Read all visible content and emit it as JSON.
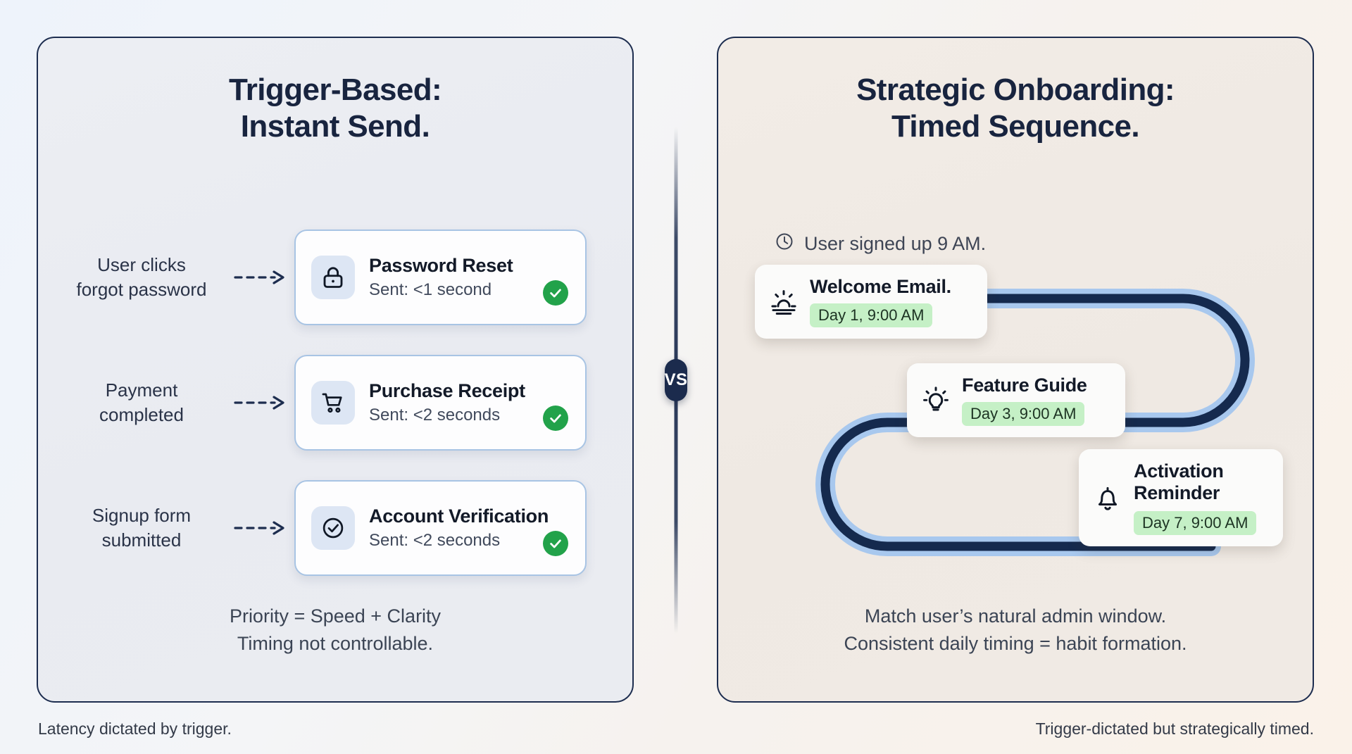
{
  "left_panel": {
    "title_line1": "Trigger-Based:",
    "title_line2": "Instant Send.",
    "triggers": [
      {
        "label_line1": "User clicks",
        "label_line2": "forgot password",
        "icon": "lock-icon",
        "card_title": "Password Reset",
        "card_sub": "Sent: <1 second",
        "status": "sent-check"
      },
      {
        "label_line1": "Payment",
        "label_line2": "completed",
        "icon": "shopping-cart-icon",
        "card_title": "Purchase Receipt",
        "card_sub": "Sent: <2 seconds",
        "status": "sent-check"
      },
      {
        "label_line1": "Signup form",
        "label_line2": "submitted",
        "icon": "check-circle-icon",
        "card_title": "Account Verification",
        "card_sub": "Sent: <2 seconds",
        "status": "sent-check"
      }
    ],
    "note_line1": "Priority = Speed + Clarity",
    "note_line2": "Timing not controllable."
  },
  "divider": {
    "badge_label": "VS"
  },
  "right_panel": {
    "title_line1": "Strategic Onboarding:",
    "title_line2": "Timed Sequence.",
    "signup_icon": "clock-icon",
    "signup_note": "User signed up 9 AM.",
    "sequence": [
      {
        "icon": "sunrise-icon",
        "title": "Welcome Email.",
        "badge": "Day 1, 9:00 AM"
      },
      {
        "icon": "lightbulb-icon",
        "title": "Feature Guide",
        "badge": "Day 3, 9:00 AM"
      },
      {
        "icon": "bell-icon",
        "title_line1": "Activation",
        "title_line2": "Reminder",
        "badge": "Day 7, 9:00 AM"
      }
    ],
    "note_line1": "Match user’s natural admin window.",
    "note_line2": "Consistent daily timing = habit formation."
  },
  "captions": {
    "left": "Latency dictated by trigger.",
    "right": "Trigger-dictated but strategically timed."
  },
  "colors": {
    "navy": "#1b2b4d",
    "card_border_blue": "#a8c4e4",
    "path_dark": "#152a4e",
    "path_glow": "#a8c8ee",
    "badge_green_bg": "#c5f0c6",
    "check_green": "#22a24a"
  }
}
